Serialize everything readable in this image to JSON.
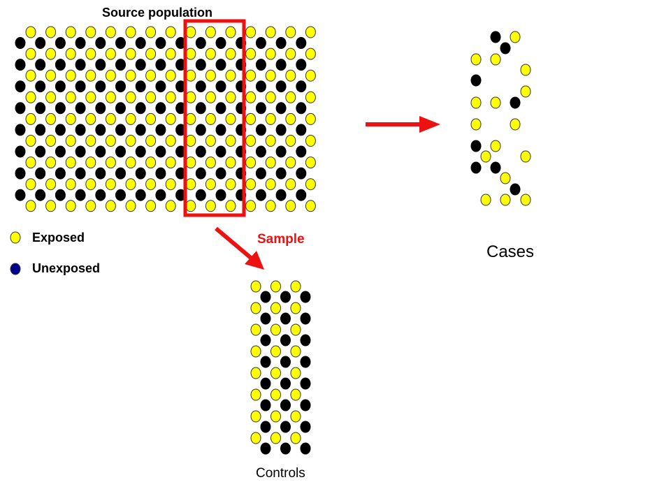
{
  "title": "Source population",
  "legend": {
    "exposed_label": "Exposed",
    "unexposed_label": "Unexposed"
  },
  "sample_label": "Sample",
  "cases_label": "Cases",
  "controls_label": "Controls",
  "colors": {
    "exposed": "#ffff00",
    "unexposed": "#000000",
    "legend_unexposed": "#00008b",
    "highlight": "#ee1111",
    "dot_stroke": "#333333"
  },
  "icons": {
    "exposed": "yellow-circle-icon",
    "unexposed": "filled-circle-icon",
    "arrow": "red-arrow-icon"
  }
}
